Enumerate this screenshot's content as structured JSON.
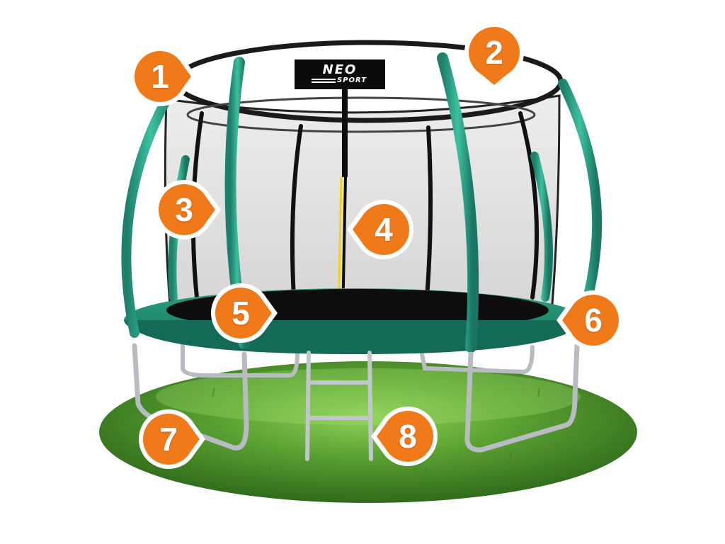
{
  "brand": {
    "logo_top": "NEO",
    "logo_bottom": "SPORT"
  },
  "markers": [
    {
      "number": "1",
      "pointer": "right"
    },
    {
      "number": "2",
      "pointer": "down"
    },
    {
      "number": "3",
      "pointer": "right"
    },
    {
      "number": "4",
      "pointer": "left"
    },
    {
      "number": "5",
      "pointer": "right"
    },
    {
      "number": "6",
      "pointer": "left"
    },
    {
      "number": "7",
      "pointer": "right"
    },
    {
      "number": "8",
      "pointer": "left"
    }
  ],
  "colors": {
    "marker_orange": "#f07a1a",
    "marker_border": "#ffffff",
    "frame_pad_green": "#1f8f73",
    "pole_foam_teal": "#2aa58a",
    "net_black": "#111111",
    "jump_mat": "#0d0d0d",
    "grass_green": "#4f8f2a",
    "steel_frame": "#b8bcc2",
    "zip_yellow": "#f5d21a"
  }
}
